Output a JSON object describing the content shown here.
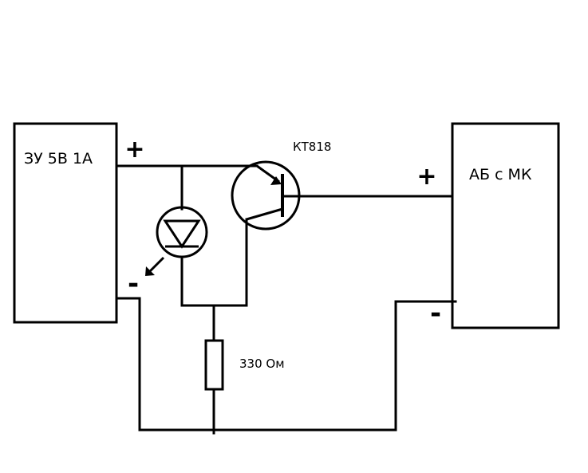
{
  "charger": {
    "label": "ЗУ 5В 1А",
    "plus": "+",
    "minus": "-"
  },
  "battery": {
    "label": "АБ с МК",
    "plus": "+",
    "minus": "-"
  },
  "transistor": {
    "label": "КТ818"
  },
  "resistor": {
    "label": "330 Ом"
  },
  "colors": {
    "ink": "#000000",
    "background": "#ffffff"
  }
}
